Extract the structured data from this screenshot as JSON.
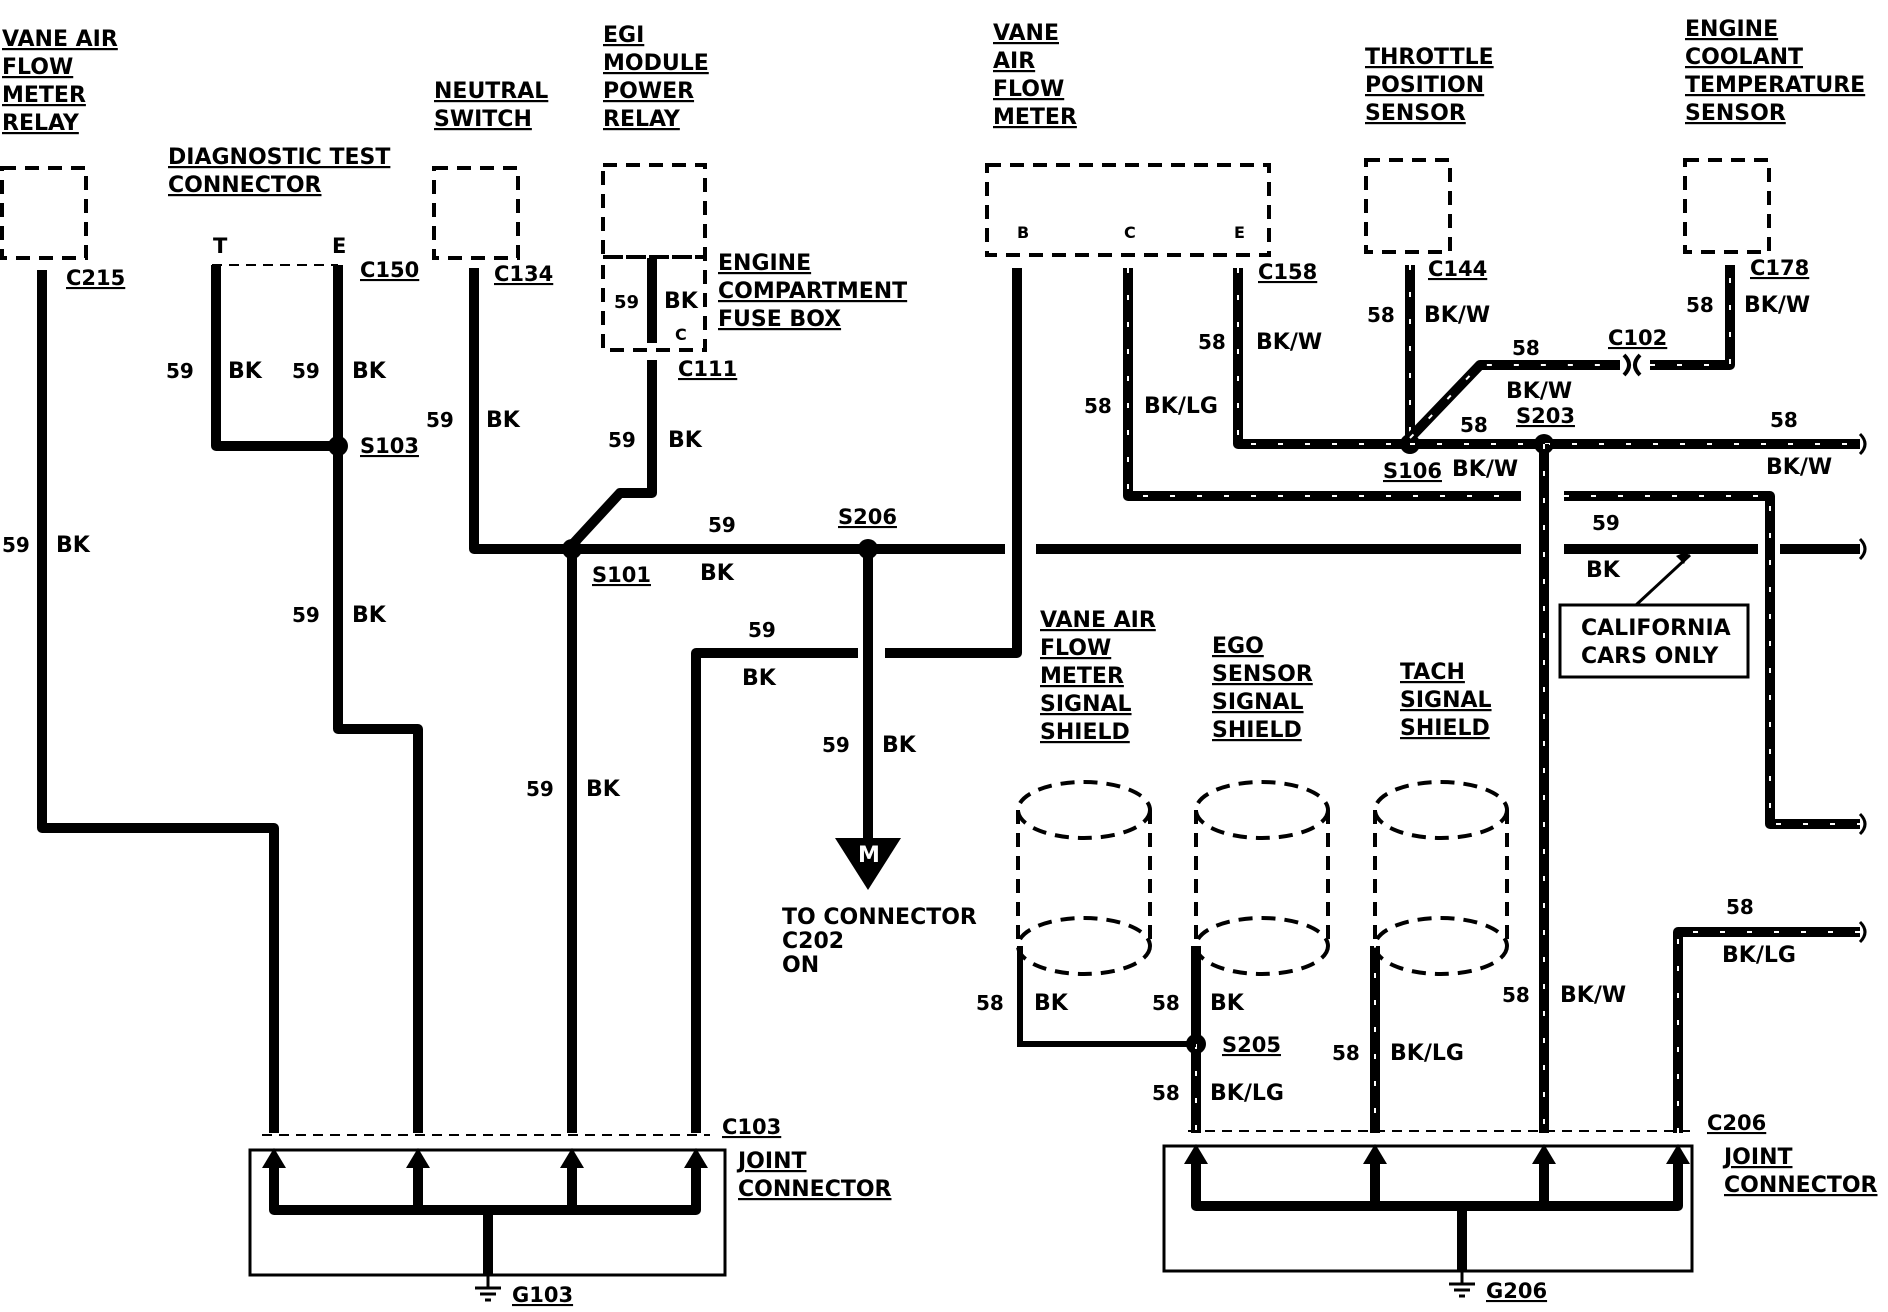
{
  "components": {
    "vane_relay": [
      "VANE AIR",
      "FLOW",
      "METER",
      "RELAY"
    ],
    "diag_connector": [
      "DIAGNOSTIC TEST",
      "CONNECTOR"
    ],
    "neutral_switch": [
      "NEUTRAL",
      "SWITCH"
    ],
    "egi_relay": [
      "EGI",
      "MODULE",
      "POWER",
      "RELAY"
    ],
    "fuse_box": [
      "ENGINE",
      "COMPARTMENT",
      "FUSE BOX"
    ],
    "vane_meter": [
      "VANE",
      "AIR",
      "FLOW",
      "METER"
    ],
    "tps": [
      "THROTTLE",
      "POSITION",
      "SENSOR"
    ],
    "ect": [
      "ENGINE",
      "COOLANT",
      "TEMPERATURE",
      "SENSOR"
    ],
    "vaf_shield": [
      "VANE AIR",
      "FLOW",
      "METER",
      "SIGNAL",
      "SHIELD"
    ],
    "ego_shield": [
      "EGO",
      "SENSOR",
      "SIGNAL",
      "SHIELD"
    ],
    "tach_shield": [
      "TACH",
      "SIGNAL",
      "SHIELD"
    ],
    "joint1": [
      "JOINT",
      "CONNECTOR"
    ],
    "joint2": [
      "JOINT",
      "CONNECTOR"
    ],
    "california": [
      "CALIFORNIA",
      "CARS ONLY"
    ],
    "to_connector": [
      "TO CONNECTOR",
      "C202",
      "ON"
    ]
  },
  "connectors": {
    "c215": "C215",
    "c150": "C150",
    "c134": "C134",
    "c111": "C111",
    "c158": "C158",
    "c144": "C144",
    "c178": "C178",
    "c102": "C102",
    "c103": "C103",
    "c206": "C206"
  },
  "splices": {
    "s103": "S103",
    "s101": "S101",
    "s206": "S206",
    "s106": "S106",
    "s203": "S203",
    "s205": "S205"
  },
  "grounds": {
    "g103": "G103",
    "g206": "G206"
  },
  "pins": {
    "t": "T",
    "e": "E",
    "b": "B",
    "c": "C",
    "e2": "E",
    "c_fuse": "C",
    "m": "M"
  },
  "circuits": {
    "c59": "59",
    "c58": "58"
  },
  "colors": {
    "bk": "BK",
    "bkw": "BK/W",
    "bklg": "BK/LG"
  }
}
